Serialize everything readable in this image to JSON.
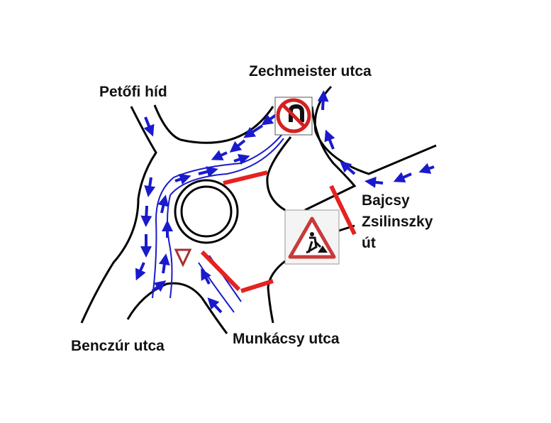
{
  "labels": {
    "petofi": "Petőfi híd",
    "zechmeister": "Zechmeister utca",
    "bajcsy_line1": "Bajcsy",
    "bajcsy_line2": "Zsilinszky",
    "bajcsy_line3": "út",
    "benczur": "Benczúr utca",
    "munkacsy": "Munkácsy utca"
  },
  "signs": {
    "no_entry": "no-u-turn-prohibition-sign",
    "roadworks": "road-works-warning-sign",
    "yield": "yield-sign"
  },
  "colors": {
    "road_edge": "#000000",
    "traffic_lane": "#1a1acc",
    "closure": "#e52222",
    "sign_red": "#d42020"
  }
}
